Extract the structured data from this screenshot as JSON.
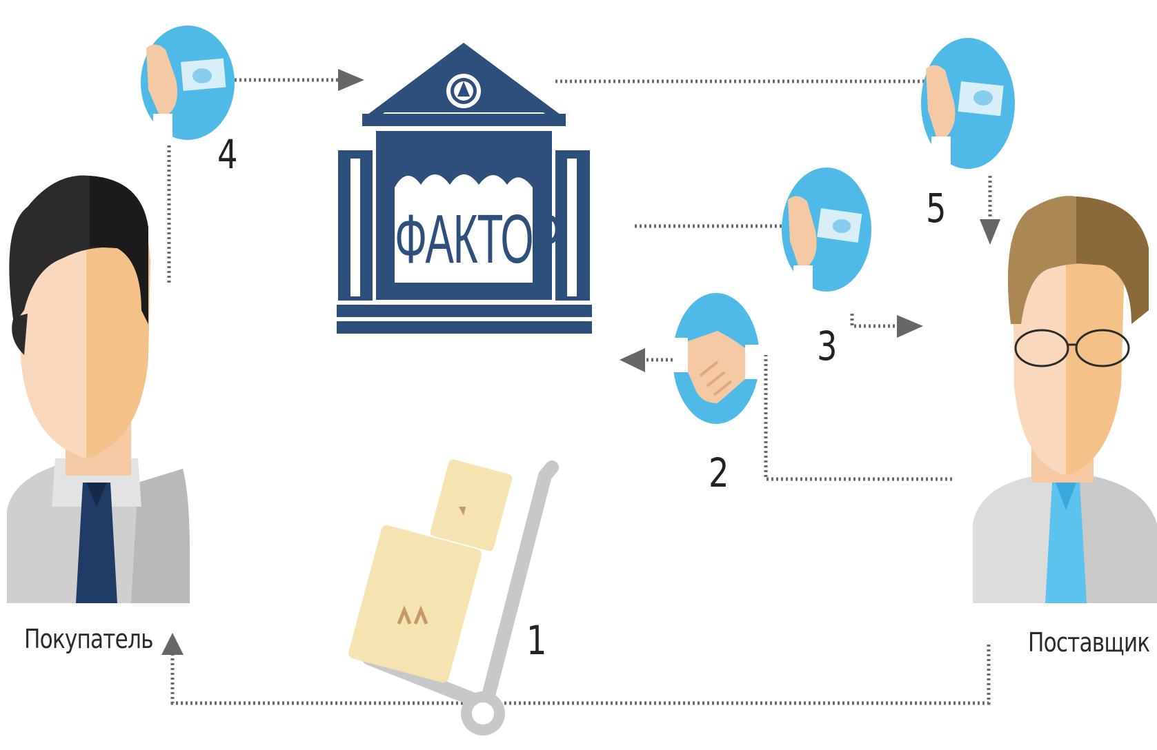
{
  "actors": {
    "buyer": "Покупатель",
    "supplier": "Поставщик",
    "factor": "ФАКТОР"
  },
  "steps": [
    "1",
    "2",
    "3",
    "4",
    "5"
  ],
  "icons": {
    "money": "hand-money-icon",
    "handshake": "handshake-icon",
    "cart": "cart-with-boxes-icon",
    "bank": "bank-building-icon"
  },
  "colors": {
    "bank": "#2e4f7c",
    "circle": "#4fb9e8",
    "arrow": "#666666",
    "box": "#f6e3b2",
    "tie_buyer": "#1f3b66",
    "tie_supplier": "#5cc3ee"
  }
}
